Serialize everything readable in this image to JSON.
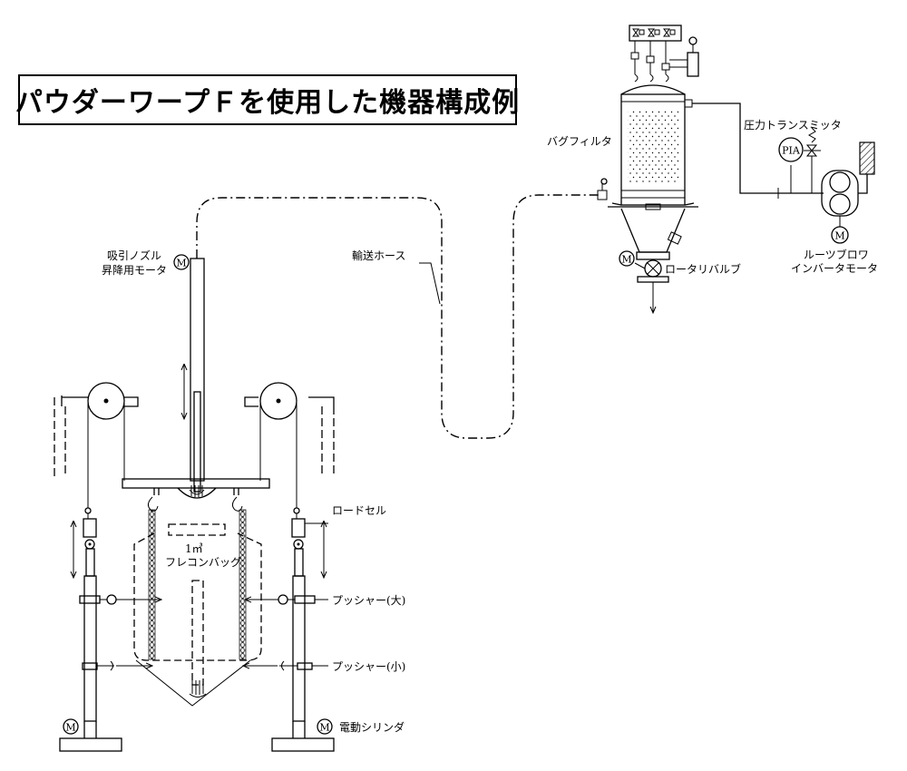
{
  "title": "パウダーワープＦを使用した機器構成例",
  "labels": {
    "nozzle_motor_line1": "吸引ノズル",
    "nozzle_motor_line2": "昇降用モータ",
    "transport_hose": "輸送ホース",
    "bag_filter": "バグフィルタ",
    "rotary_valve": "ロータリバルブ",
    "pressure_transmitter": "圧力トランスミッタ",
    "roots_blower_line1": "ルーツブロワ",
    "inverter_motor_line2": "インバータモータ",
    "load_cell": "ロードセル",
    "bag_volume": "1㎥",
    "flexible_container_bag": "フレコンバッグ",
    "pusher_large": "プッシャー(大)",
    "pusher_small": "プッシャー(小)",
    "electric_cylinder": "電動シリンダ"
  },
  "symbols": {
    "motor": "M",
    "pressure_indicator": "PIA"
  },
  "colors": {
    "line": "#000000",
    "background": "#ffffff"
  }
}
